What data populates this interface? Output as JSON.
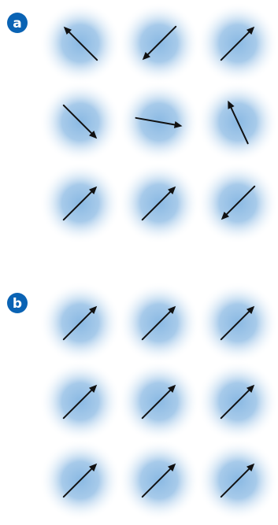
{
  "colors": {
    "badge": "#0a63b4",
    "badge_text": "#ffffff",
    "site_center": "#8ab9e3",
    "site_edge": "#ffffff",
    "arrow": "#111111"
  },
  "panels": [
    {
      "label": "a",
      "ordering": "disordered",
      "sites": [
        {
          "row": 1,
          "col": 1,
          "arrow_angle_deg": 135
        },
        {
          "row": 1,
          "col": 2,
          "arrow_angle_deg": 225
        },
        {
          "row": 1,
          "col": 3,
          "arrow_angle_deg": 45
        },
        {
          "row": 2,
          "col": 1,
          "arrow_angle_deg": 315
        },
        {
          "row": 2,
          "col": 2,
          "arrow_angle_deg": 350
        },
        {
          "row": 2,
          "col": 3,
          "arrow_angle_deg": 115
        },
        {
          "row": 3,
          "col": 1,
          "arrow_angle_deg": 45
        },
        {
          "row": 3,
          "col": 2,
          "arrow_angle_deg": 45
        },
        {
          "row": 3,
          "col": 3,
          "arrow_angle_deg": 225
        }
      ]
    },
    {
      "label": "b",
      "ordering": "aligned",
      "sites": [
        {
          "row": 1,
          "col": 1,
          "arrow_angle_deg": 45
        },
        {
          "row": 1,
          "col": 2,
          "arrow_angle_deg": 45
        },
        {
          "row": 1,
          "col": 3,
          "arrow_angle_deg": 45
        },
        {
          "row": 2,
          "col": 1,
          "arrow_angle_deg": 45
        },
        {
          "row": 2,
          "col": 2,
          "arrow_angle_deg": 45
        },
        {
          "row": 2,
          "col": 3,
          "arrow_angle_deg": 45
        },
        {
          "row": 3,
          "col": 1,
          "arrow_angle_deg": 45
        },
        {
          "row": 3,
          "col": 2,
          "arrow_angle_deg": 45
        },
        {
          "row": 3,
          "col": 3,
          "arrow_angle_deg": 45
        }
      ]
    }
  ]
}
